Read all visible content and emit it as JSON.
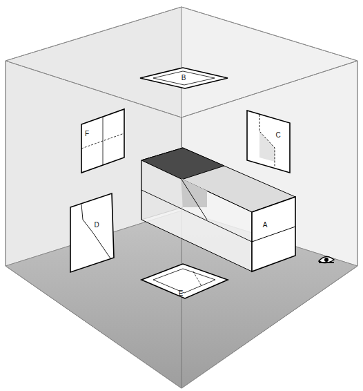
{
  "diagram": {
    "labels": [
      "B",
      "F",
      "C",
      "D",
      "A",
      "E"
    ]
  }
}
